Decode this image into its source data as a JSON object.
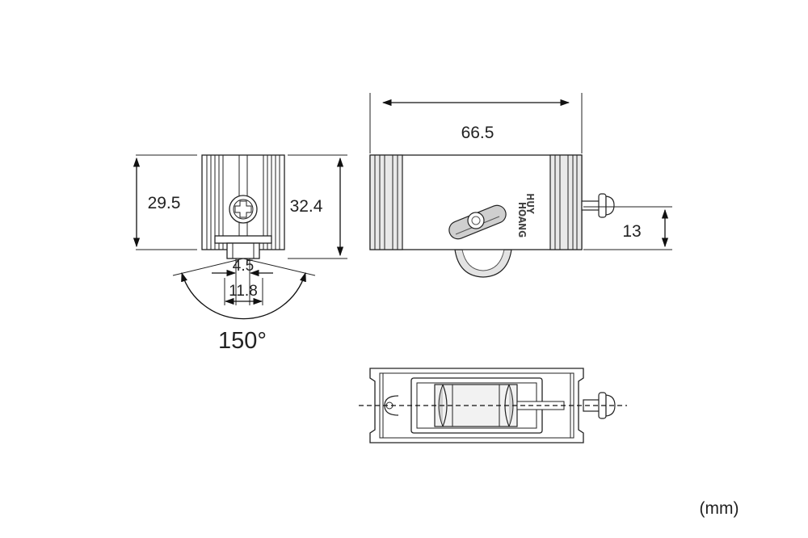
{
  "dimensions": {
    "total_length": "66.5",
    "body_height": "29.5",
    "overall_height": "32.4",
    "wheel_offset": "13",
    "groove_width": "4.5",
    "wheel_width": "11.8",
    "angle": "150°"
  },
  "brand_logo": {
    "line1": "HUY",
    "line2": "HOANG"
  },
  "units_label": "(mm)",
  "colors": {
    "line": "#111111",
    "fill": "#ffffff",
    "shade": "#d9d9d9"
  }
}
